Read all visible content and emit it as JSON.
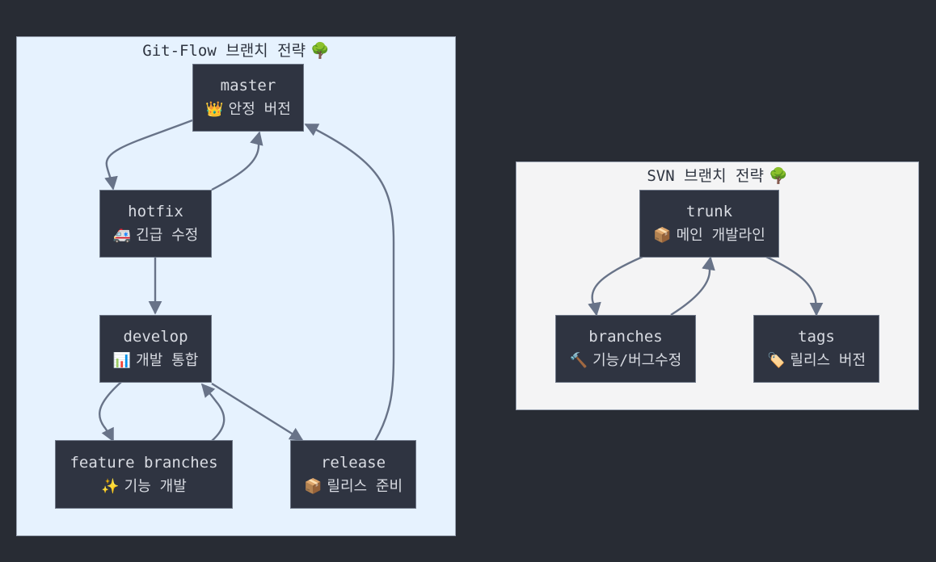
{
  "clusters": {
    "gitflow": {
      "title": "Git-Flow 브랜치 전략",
      "icon": "🌳",
      "icon_name": "tree-icon",
      "nodes": {
        "master": {
          "title": "master",
          "icon": "👑",
          "icon_name": "crown-icon",
          "desc": "안정 버전"
        },
        "hotfix": {
          "title": "hotfix",
          "icon": "🚑",
          "icon_name": "ambulance-icon",
          "desc": "긴급 수정"
        },
        "develop": {
          "title": "develop",
          "icon": "📊",
          "icon_name": "bar-chart-icon",
          "desc": "개발 통합"
        },
        "feature": {
          "title": "feature branches",
          "icon": "✨",
          "icon_name": "sparkles-icon",
          "desc": "기능 개발"
        },
        "release": {
          "title": "release",
          "icon": "📦",
          "icon_name": "package-icon",
          "desc": "릴리스 준비"
        }
      }
    },
    "svn": {
      "title": "SVN 브랜치 전략",
      "icon": "🌳",
      "icon_name": "tree-icon",
      "nodes": {
        "trunk": {
          "title": "trunk",
          "icon": "📦",
          "icon_name": "package-icon",
          "desc": "메인 개발라인"
        },
        "branches": {
          "title": "branches",
          "icon": "🔨",
          "icon_name": "hammer-icon",
          "desc": "기능/버그수정"
        },
        "tags": {
          "title": "tags",
          "icon": "🏷️",
          "icon_name": "label-icon",
          "desc": "릴리스 버전"
        }
      }
    }
  },
  "edges": [
    {
      "from": "master",
      "to": "hotfix"
    },
    {
      "from": "hotfix",
      "to": "master"
    },
    {
      "from": "hotfix",
      "to": "develop"
    },
    {
      "from": "develop",
      "to": "feature"
    },
    {
      "from": "feature",
      "to": "develop"
    },
    {
      "from": "develop",
      "to": "release"
    },
    {
      "from": "release",
      "to": "master"
    },
    {
      "from": "trunk",
      "to": "branches"
    },
    {
      "from": "branches",
      "to": "trunk"
    },
    {
      "from": "trunk",
      "to": "tags"
    }
  ],
  "colors": {
    "canvas_background": "#282c34",
    "gitflow_cluster_background": "#e6f2fe",
    "svn_cluster_background": "#f4f4f5",
    "node_background": "#2f3441",
    "edge_color": "#687388"
  }
}
